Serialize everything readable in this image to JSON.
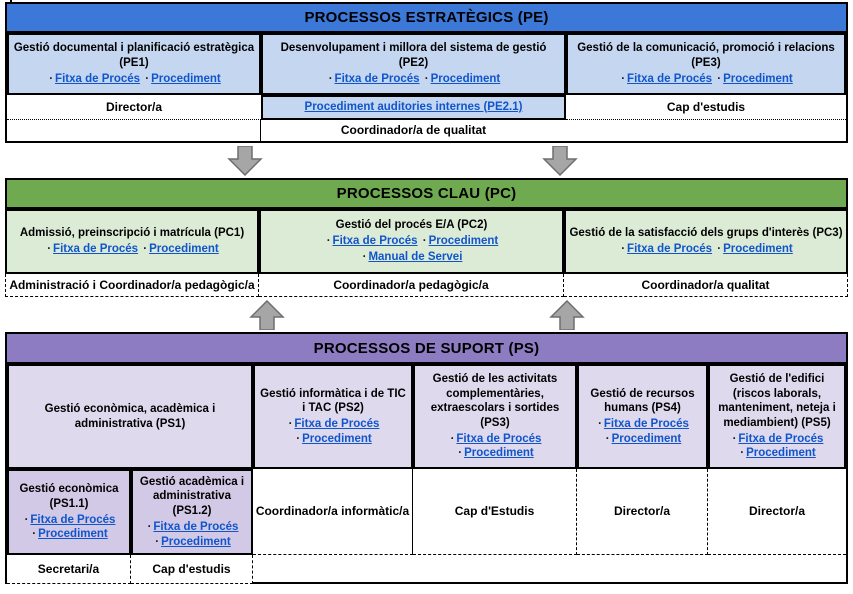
{
  "ui": {
    "dot": "·"
  },
  "palette": {
    "pe_header": "#3c78d8",
    "pe_cell": "#c5d7f0",
    "pc_header": "#6faa50",
    "pc_cell": "#dcebd5",
    "ps_header": "#8e7cc3",
    "ps_cell": "#ded9ed",
    "ps_subcell": "#d2c9e6",
    "link": "#1155cc",
    "arrow": "#a6a6a6"
  },
  "pe": {
    "title": "PROCESSOS ESTRATÈGICS (PE)",
    "cells": [
      {
        "title": "Gestió documental i planificació estratègica (PE1)",
        "links": [
          "Fitxa de Procés",
          "Procediment"
        ]
      },
      {
        "title": "Desenvolupament i millora del sistema de gestió (PE2)",
        "links": [
          "Fitxa de Procés",
          "Procediment"
        ]
      },
      {
        "title": "Gestió de la comunicació, promoció i relacions (PE3)",
        "links": [
          "Fitxa de Procés",
          "Procediment"
        ]
      }
    ],
    "row2": {
      "left": "Director/a",
      "middle_link": "Procediment auditories internes (PE2.1)",
      "right": "Cap d'estudis"
    },
    "row3": {
      "middle": "Coordinador/a de qualitat"
    }
  },
  "pc": {
    "title": "PROCESSOS CLAU (PC)",
    "cells": [
      {
        "title": "Admissió, preinscripció i matrícula (PC1)",
        "links": [
          "Fitxa de Procés",
          "Procediment"
        ]
      },
      {
        "title": "Gestió del procés E/A (PC2)",
        "links": [
          "Fitxa de Procés",
          "Procediment"
        ],
        "extra_link": "Manual de Servei"
      },
      {
        "title": "Gestió de la satisfacció dels grups d'interès (PC3)",
        "links": [
          "Fitxa de Procés",
          "Procediment"
        ]
      }
    ],
    "roles": [
      "Administració i Coordinador/a pedagògic/a",
      "Coordinador/a pedagògic/a",
      "Coordinador/a qualitat"
    ]
  },
  "ps": {
    "title": "PROCESSOS DE SUPORT (PS)",
    "cells": [
      {
        "title": "Gestió econòmica, acadèmica i administrativa (PS1)"
      },
      {
        "title": "Gestió informàtica i de TIC i TAC (PS2)",
        "links": [
          "Fitxa de Procés",
          "Procediment"
        ]
      },
      {
        "title": "Gestió de les activitats complementàries, extraescolars i sortides (PS3)",
        "links": [
          "Fitxa de Procés",
          "Procediment"
        ]
      },
      {
        "title": "Gestió de recursos humans (PS4)",
        "links": [
          "Fitxa de Procés",
          "Procediment"
        ]
      },
      {
        "title": "Gestió de l'edifici (riscos laborals, manteniment, neteja i mediambient) (PS5)",
        "links": [
          "Fitxa de Procés",
          "Procediment"
        ]
      }
    ],
    "subcells": [
      {
        "title": "Gestió econòmica (PS1.1)",
        "links": [
          "Fitxa de Procés",
          "Procediment"
        ]
      },
      {
        "title": "Gestió acadèmica i administrativa (PS1.2)",
        "links": [
          "Fitxa de Procés",
          "Procediment"
        ]
      }
    ],
    "roles": [
      "Coordinador/a informàtic/a",
      "Cap d'Estudis",
      "Director/a",
      "Director/a"
    ],
    "bottom_roles": [
      "Secretari/a",
      "Cap d'estudis"
    ]
  }
}
